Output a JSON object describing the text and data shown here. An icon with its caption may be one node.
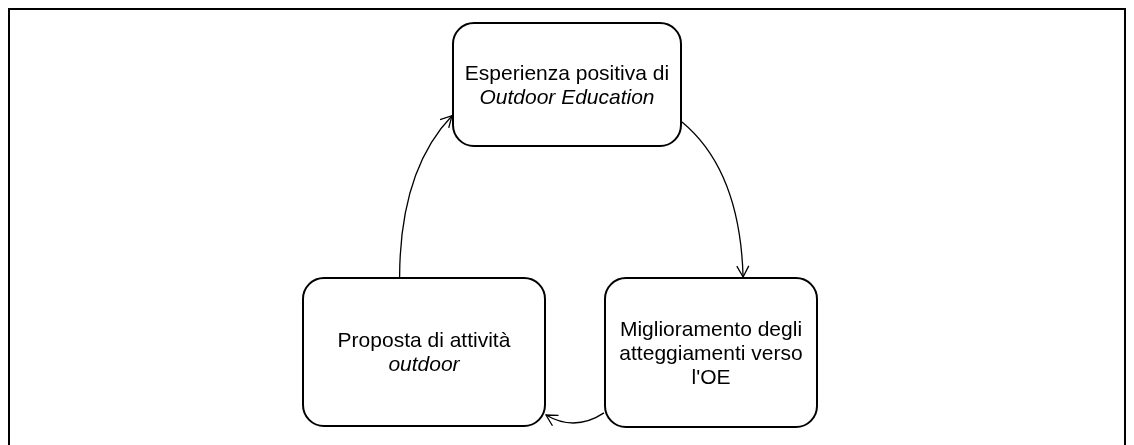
{
  "diagram": {
    "nodes": [
      {
        "text": [
          "Esperienza positiva di *Outdoor Education*"
        ]
      },
      {
        "text": [
          "Miglioramento degli atteggiamenti verso l'OE"
        ]
      },
      {
        "text": [
          "Proposta di attività *outdoor*"
        ]
      }
    ],
    "edges": [
      {
        "from": 0,
        "to": 1,
        "arrow": "to"
      },
      {
        "from": 1,
        "to": 2,
        "arrow": "to"
      },
      {
        "from": 2,
        "to": 0,
        "arrow": "to"
      }
    ]
  }
}
